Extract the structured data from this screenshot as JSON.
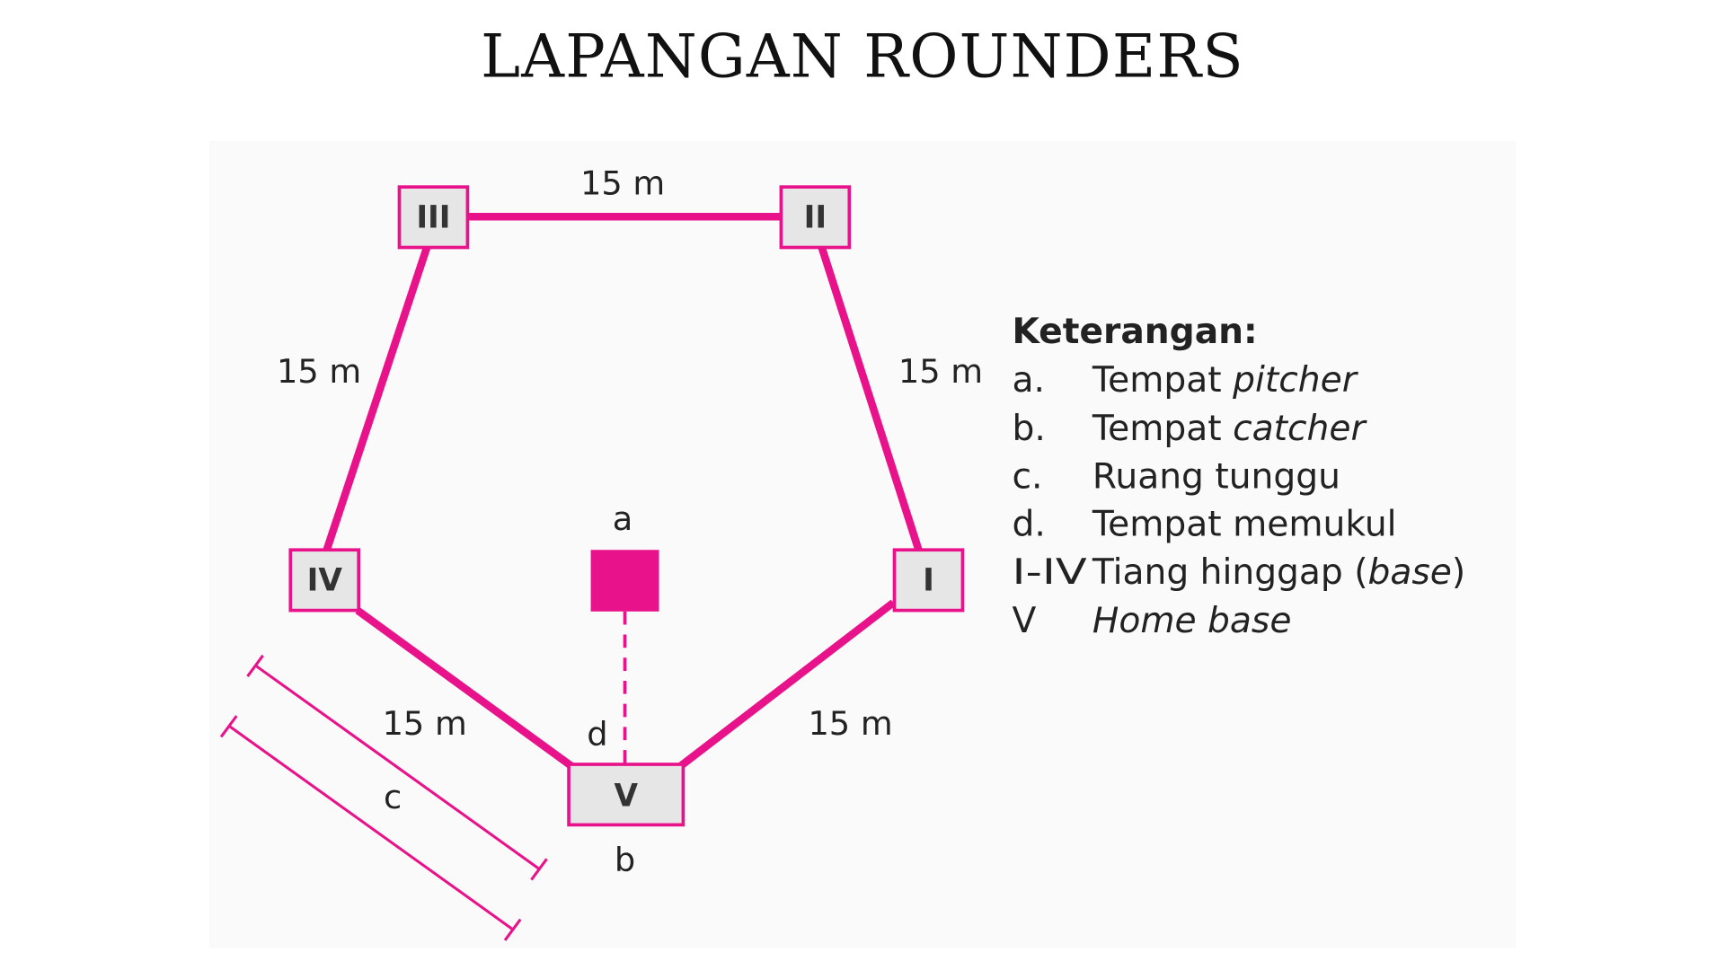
{
  "title": "LAPANGAN ROUNDERS",
  "colors": {
    "accent": "#e8138a",
    "base_fill": "#e6e6e6",
    "panel": "#fafafa"
  },
  "bases": {
    "I": "I",
    "II": "II",
    "III": "III",
    "IV": "IV",
    "V": "V"
  },
  "distances": {
    "top": "15 m",
    "left_upper": "15 m",
    "right_upper": "15 m",
    "left_lower": "15 m",
    "right_lower": "15 m"
  },
  "markers": {
    "a": "a",
    "b": "b",
    "c": "c",
    "d": "d"
  },
  "legend": {
    "heading": "Keterangan:",
    "items": [
      {
        "key": "a.",
        "text": "Tempat ",
        "italic": "pitcher",
        "after": ""
      },
      {
        "key": "b.",
        "text": "Tempat ",
        "italic": "catcher",
        "after": ""
      },
      {
        "key": "c.",
        "text": "Ruang tunggu",
        "italic": "",
        "after": ""
      },
      {
        "key": "d.",
        "text": "Tempat memukul",
        "italic": "",
        "after": ""
      },
      {
        "key": "I-IV",
        "text": "Tiang hinggap (",
        "italic": "base",
        "after": ")"
      },
      {
        "key": "V",
        "text": "",
        "italic": "Home base",
        "after": ""
      }
    ]
  }
}
